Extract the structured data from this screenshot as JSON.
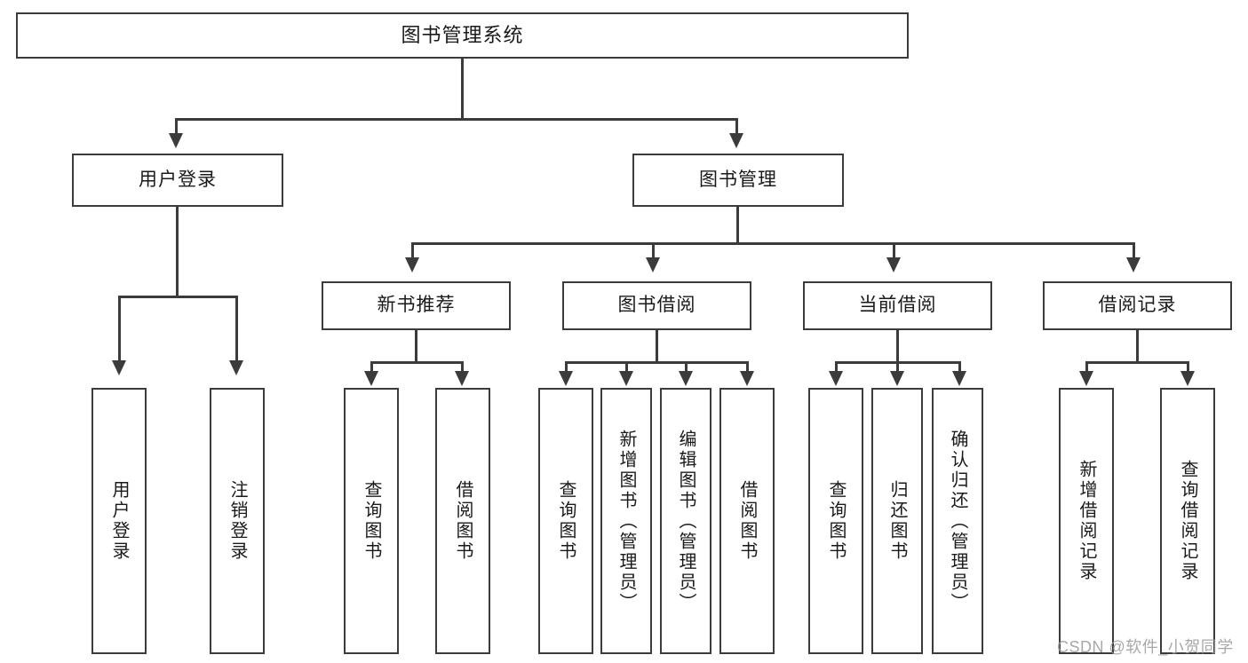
{
  "diagram": {
    "type": "tree",
    "title": "图书管理系统",
    "root": {
      "label": "图书管理系统"
    },
    "level1": [
      {
        "label": "用户登录"
      },
      {
        "label": "图书管理"
      }
    ],
    "level2": [
      {
        "label": "新书推荐"
      },
      {
        "label": "图书借阅"
      },
      {
        "label": "当前借阅"
      },
      {
        "label": "借阅记录"
      }
    ],
    "leaves": {
      "user_login": [
        {
          "label": "用户登录"
        },
        {
          "label": "注销登录"
        }
      ],
      "new_book_recommend": [
        {
          "label": "查询图书"
        },
        {
          "label": "借阅图书"
        }
      ],
      "book_borrow": [
        {
          "label": "查询图书"
        },
        {
          "label": "新增图书（管理员）"
        },
        {
          "label": "编辑图书（管理员）"
        },
        {
          "label": "借阅图书"
        }
      ],
      "current_borrow": [
        {
          "label": "查询图书"
        },
        {
          "label": "归还图书"
        },
        {
          "label": "确认归还（管理员）"
        }
      ],
      "borrow_record": [
        {
          "label": "新增借阅记录"
        },
        {
          "label": "查询借阅记录"
        }
      ]
    }
  },
  "watermark": {
    "text": "CSDN @软件_小贺同学"
  },
  "colors": {
    "stroke": "#3b3b3b",
    "text": "#1a1a1a",
    "background": "#ffffff",
    "watermark": "#9a9a9a"
  }
}
